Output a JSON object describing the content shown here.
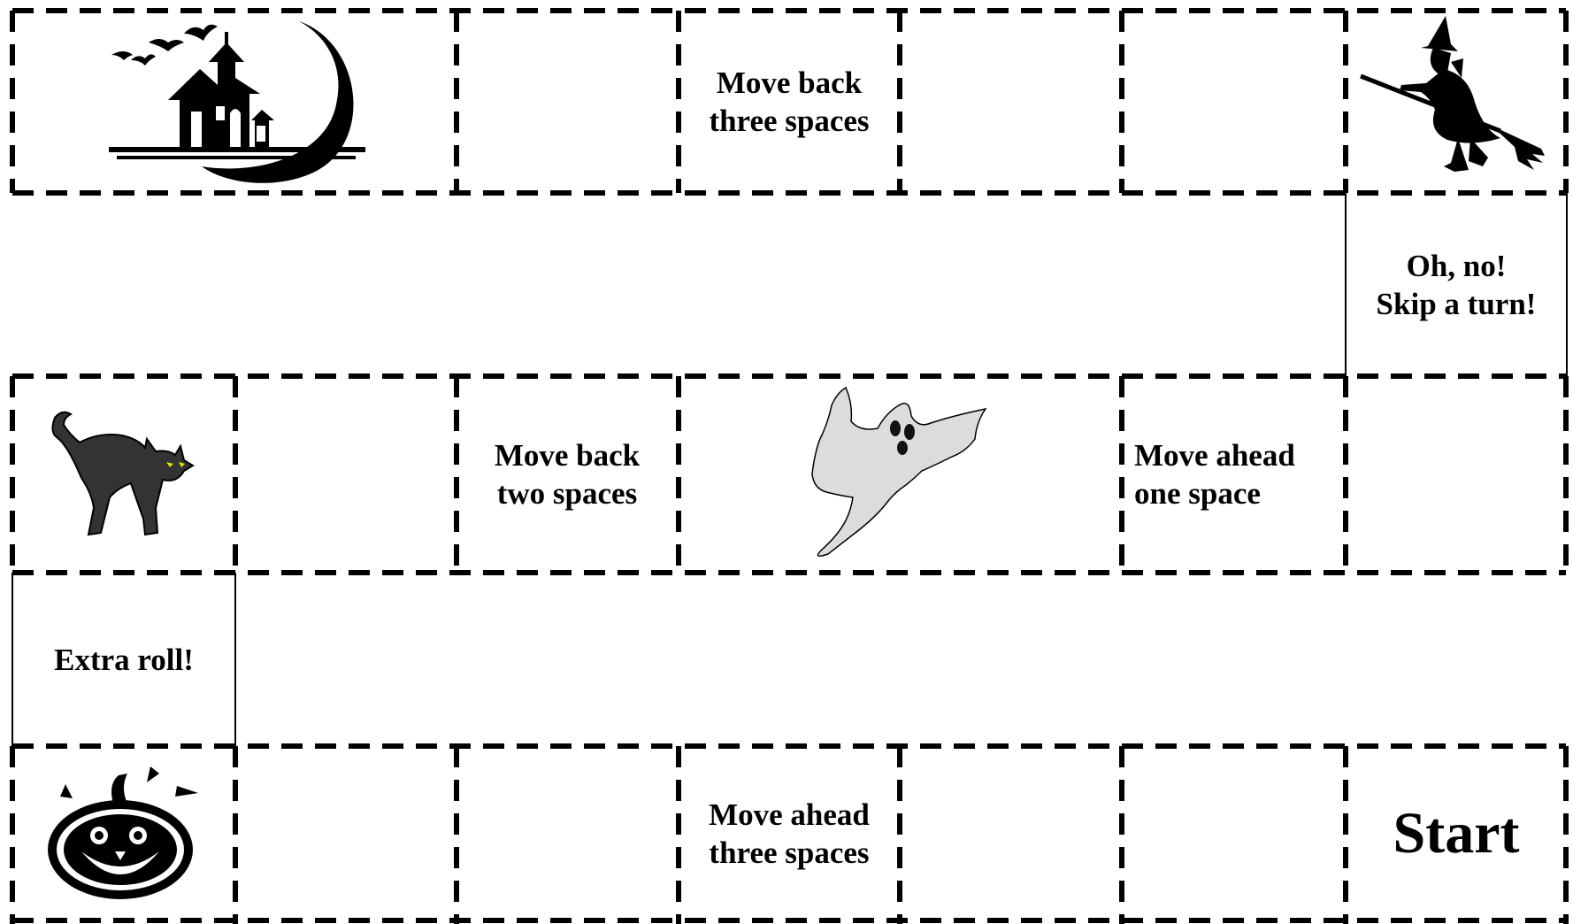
{
  "board": {
    "spaces": {
      "move_back_three": "Move back\nthree spaces",
      "skip_turn": "Oh, no!\nSkip a turn!",
      "move_back_two": "Move back\ntwo spaces",
      "move_ahead_one": "Move ahead\none space",
      "extra_roll": "Extra roll!",
      "move_ahead_three": "Move ahead\nthree spaces",
      "start": "Start"
    },
    "pictures": [
      "haunted-house-icon",
      "witch-icon",
      "black-cat-icon",
      "ghost-icon",
      "jack-o-lantern-icon"
    ],
    "colors": {
      "line": "#000000",
      "background": "#ffffff",
      "ghost_fill": "#dcdcdc",
      "cat_fill": "#333333",
      "cat_eyes": "#e8e000"
    }
  }
}
